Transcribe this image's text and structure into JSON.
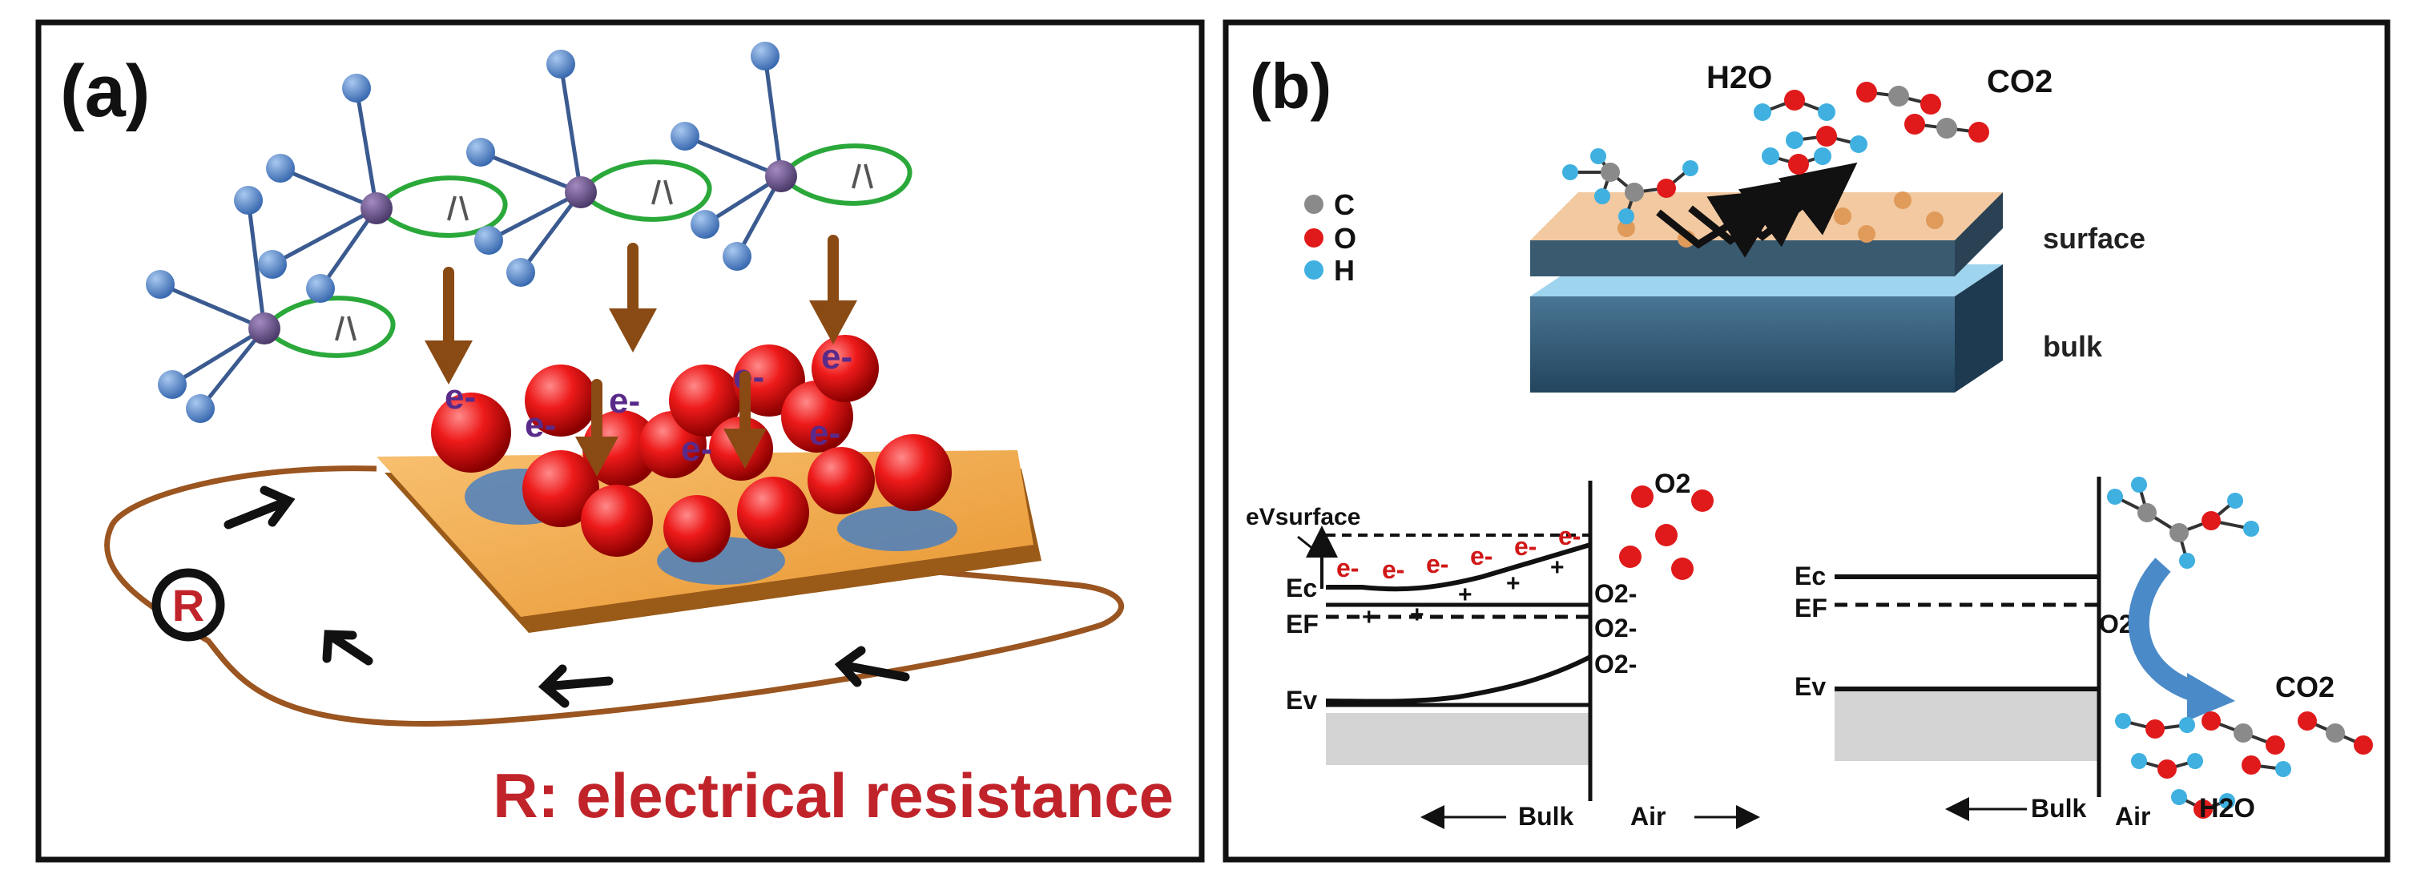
{
  "panel_a": {
    "label": "(a)",
    "electron": "e-",
    "resistor": "R",
    "caption": "R: electrical resistance",
    "colors": {
      "caption": "#c0242a",
      "particle": "#e01010",
      "electron_text": "#5a2a8a",
      "substrate": "#f0a640",
      "loop": "#9a5520",
      "lobe": "#2aa83a"
    }
  },
  "panel_b": {
    "label": "(b)",
    "legend": [
      {
        "symbol": "C",
        "color": "#8a8a8a"
      },
      {
        "symbol": "O",
        "color": "#e01a1a"
      },
      {
        "symbol": "H",
        "color": "#3fb0e0"
      }
    ],
    "layer_labels": {
      "surface": "surface",
      "bulk": "bulk"
    },
    "products_top": {
      "h2o": "H2O",
      "co2": "CO2"
    },
    "left_band": {
      "ev_surface": "eVsurface",
      "ec": "Ec",
      "ef": "EF",
      "ev": "Ev",
      "electrons": [
        "e-",
        "e-",
        "e-",
        "e-",
        "e-",
        "e-"
      ],
      "holes": [
        "+",
        "+",
        "+",
        "+",
        "+"
      ],
      "o2_gas": "O2",
      "adsorbed": [
        "O2-",
        "O2-",
        "O2-"
      ],
      "bulk": "Bulk",
      "air": "Air"
    },
    "right_band": {
      "ec": "Ec",
      "ef": "EF",
      "ev": "Ev",
      "adsorbed": "O2-",
      "co2": "CO2",
      "h2o": "H2O",
      "bulk": "Bulk",
      "air": "Air"
    }
  }
}
